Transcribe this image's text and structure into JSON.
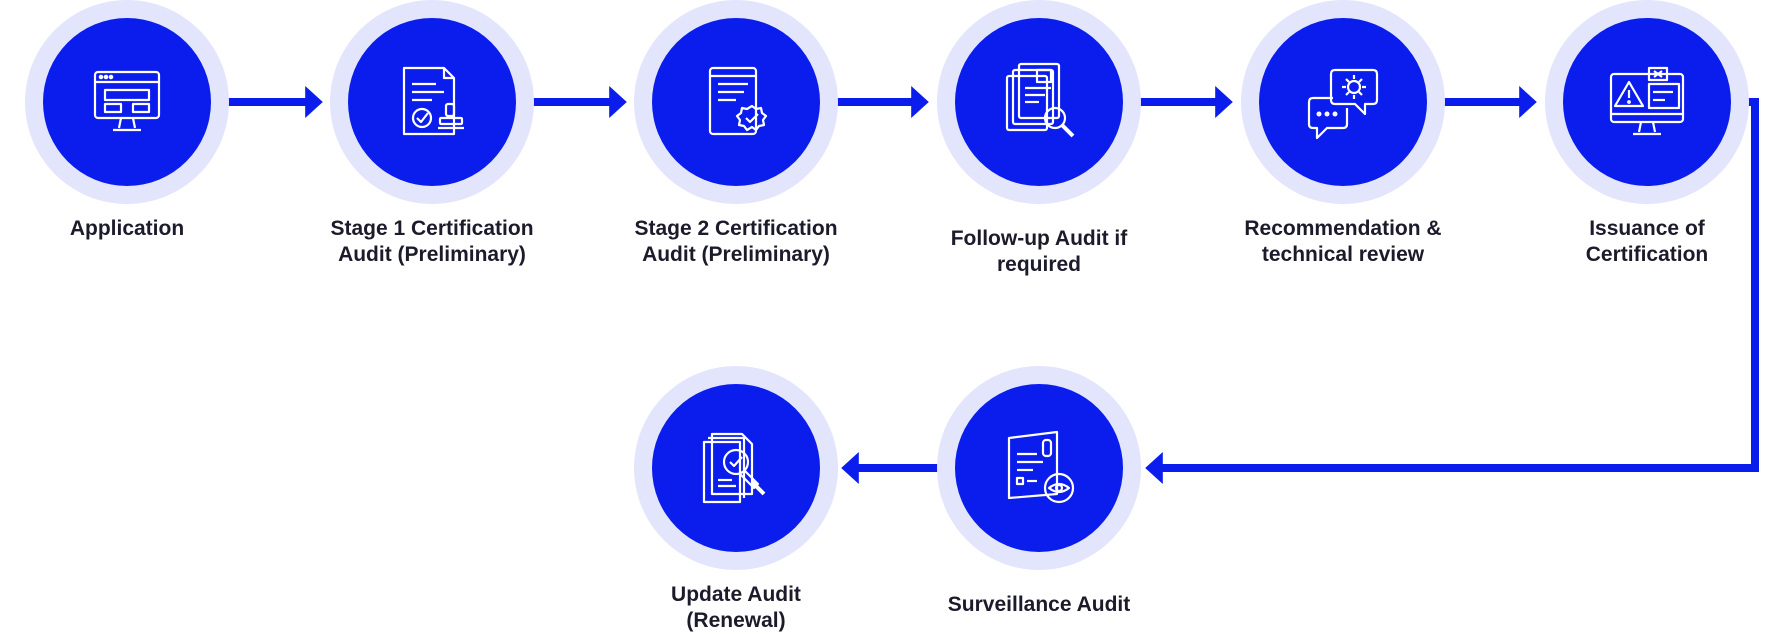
{
  "colors": {
    "accent": "#0a1ded",
    "ring": "#e3e5fc",
    "text": "#1b1b2b"
  },
  "steps": [
    {
      "label": "Application",
      "icon": "monitor-icon"
    },
    {
      "label": "Stage 1  Certification\nAudit (Preliminary)",
      "icon": "stamped-document-icon"
    },
    {
      "label": "Stage 2  Certification\nAudit (Preliminary)",
      "icon": "certified-document-icon"
    },
    {
      "label": "Follow-up  Audit if\nrequired",
      "icon": "document-search-icon"
    },
    {
      "label": "Recommendation  &\ntechnical  review",
      "icon": "chat-gear-icon"
    },
    {
      "label": "Issuance of\nCertification",
      "icon": "monitor-alert-icon"
    },
    {
      "label": "Surveillance  Audit",
      "icon": "document-eye-icon"
    },
    {
      "label": "Update  Audit\n(Renewal)",
      "icon": "document-magnifier-check-icon"
    }
  ]
}
